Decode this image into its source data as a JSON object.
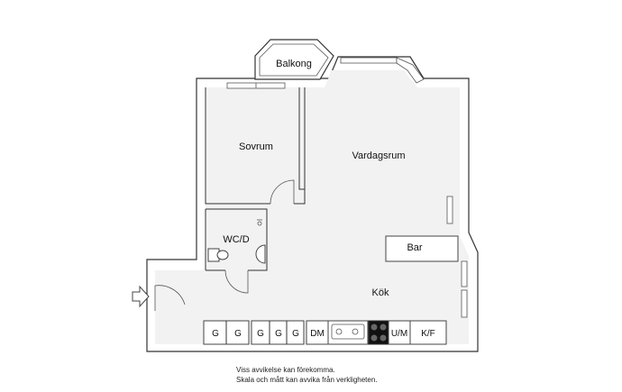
{
  "rooms": {
    "balkong": "Balkong",
    "sovrum": "Sovrum",
    "vardagsrum": "Vardagsrum",
    "wc": "WC/D",
    "bar": "Bar",
    "kok": "Kök"
  },
  "kitchen_units": [
    "G",
    "G",
    "G",
    "G",
    "G",
    "DM",
    "U/M",
    "K/F"
  ],
  "disclaimer": {
    "line1": "Viss avvikelse kan förekomma.",
    "line2": "Skala och mått kan avvika från verkligheten."
  }
}
